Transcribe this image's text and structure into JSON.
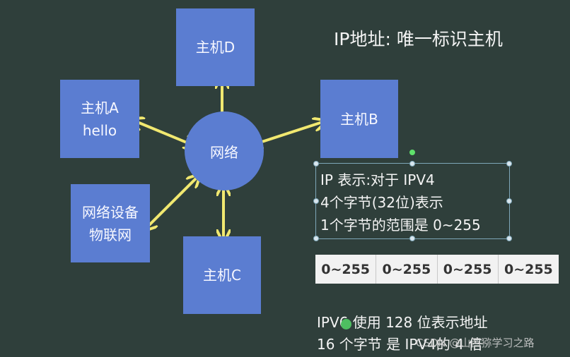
{
  "hosts": {
    "d": "主机D",
    "a": "主机A\nhello",
    "b": "主机B",
    "device": "网络设备\n物联网",
    "c": "主机C"
  },
  "network": "网络",
  "title": "IP地址: 唯一标识主机",
  "ip_info": {
    "line1": "IP 表示:对于 IPV4",
    "line2": "4个字节(32位)表示",
    "line3": "1个字节的范围是 0~255"
  },
  "ranges": [
    "0~255",
    "0~255",
    "0~255",
    "0~255"
  ],
  "ipv6": {
    "line1": "IPV6 使用 128 位表示地址",
    "line2": "16 个字节  是 IPV4的 4 倍"
  },
  "watermark": "CSDN @山西猕学习之路",
  "colors": {
    "background": "#2f3f3b",
    "box": "#5b7dd1",
    "arrow": "#f1e870",
    "table": "#f2f2f2"
  }
}
